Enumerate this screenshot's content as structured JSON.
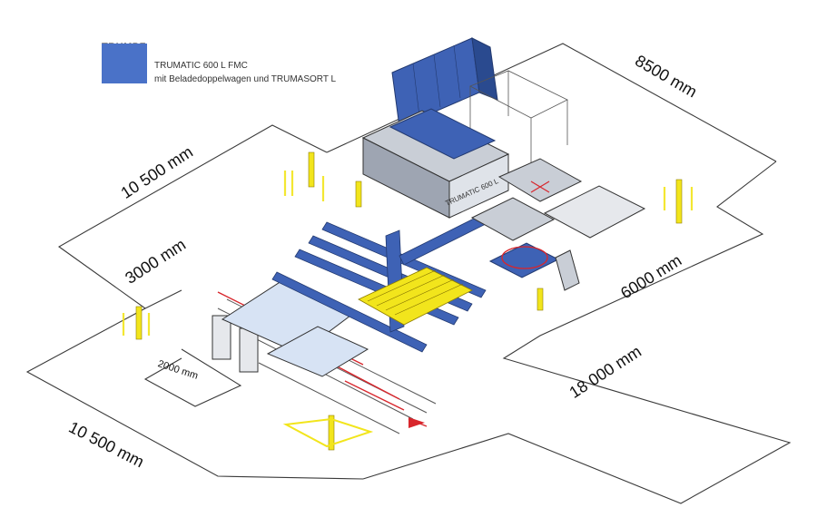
{
  "brand": {
    "name": "TRUMPF",
    "color": "#4a72c8"
  },
  "title": {
    "line1": "TRUMATIC 600 L FMC",
    "line2": "mit Beladedoppelwagen und TRUMASORT L"
  },
  "machine_label": "TRUMATIC 600 L",
  "dimensions": {
    "top_right": "8500 mm",
    "left_upper": "10 500 mm",
    "left_mid": "3000 mm",
    "right_mid": "6000 mm",
    "bottom_right": "18 000 mm",
    "small": "2000 mm",
    "bottom_left": "10 500 mm"
  },
  "colors": {
    "machine_blue": "#3e62b5",
    "machine_grey": "#c9ced6",
    "safety_red": "#d8262c",
    "safety_yellow": "#f2e51c",
    "outline": "#333333"
  }
}
